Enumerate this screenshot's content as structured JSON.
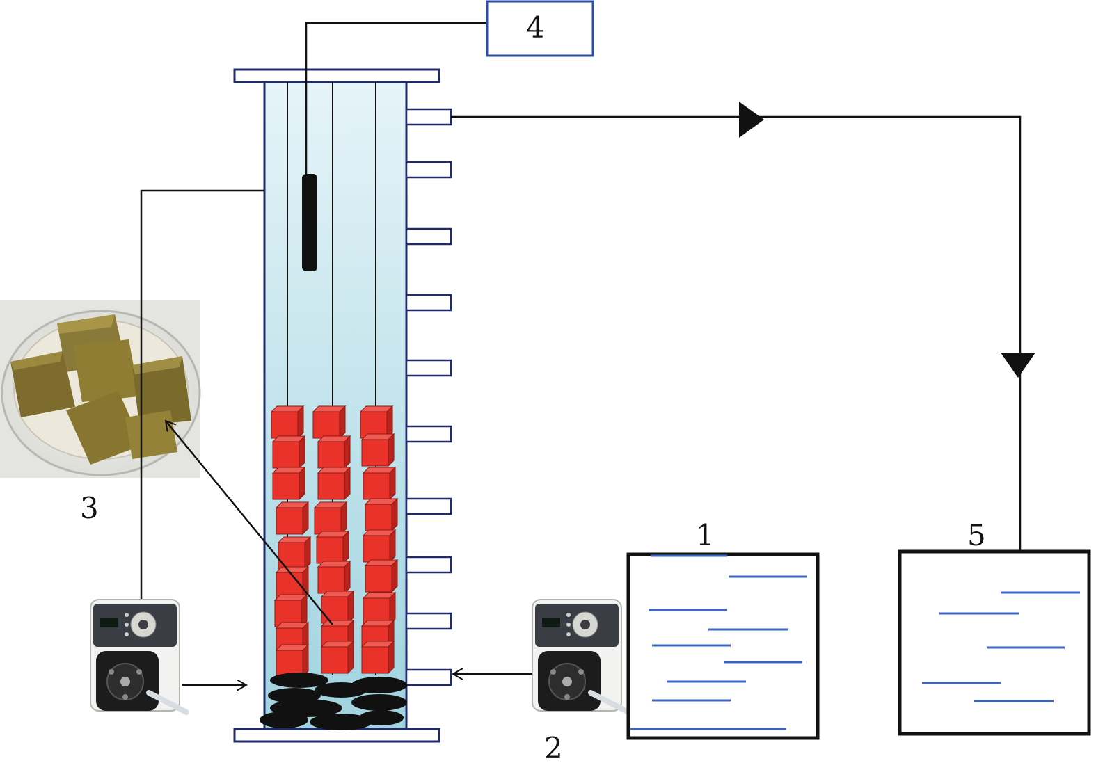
{
  "labels": {
    "tank1": "1",
    "pump2": "2",
    "sponge3": "3",
    "probe4": "4",
    "tank5": "5"
  },
  "colors": {
    "column_fill_top": "#e6f4f8",
    "column_fill_bottom": "#9fd3df",
    "column_border": "#1f2a6b",
    "cube": "#e8322a",
    "cube_edge": "#8a1a14",
    "water_lines": "#3b66c4",
    "box4_border": "#2a4fa0",
    "line": "#111111"
  },
  "icons": {
    "pump": "peristaltic-pump-icon",
    "sponge": "sponge-cubes-photo",
    "probe": "sensor-probe-icon",
    "flow_arrow": "flow-direction-triangle"
  }
}
